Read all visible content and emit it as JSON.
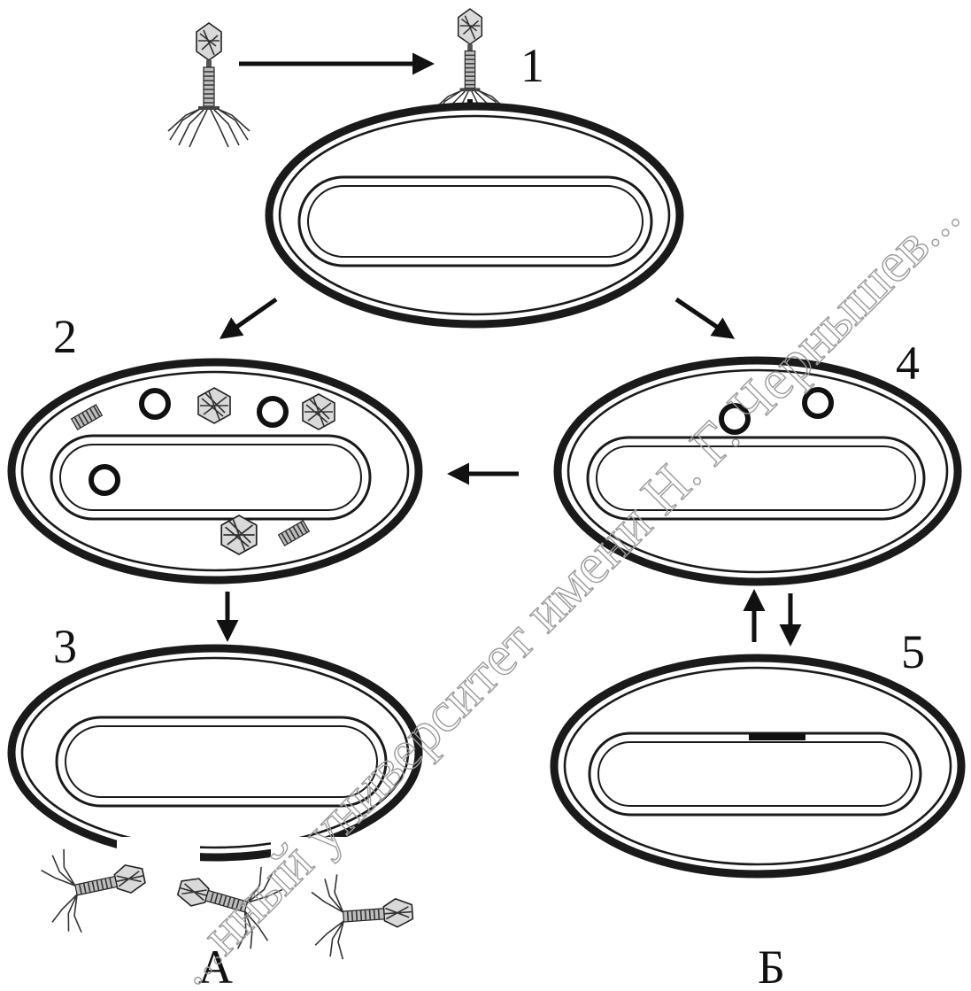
{
  "labels": {
    "stage_1": "1",
    "stage_2": "2",
    "stage_3": "3",
    "stage_4": "4",
    "stage_5": "5",
    "pathway_a": "А",
    "pathway_b": "Б"
  },
  "watermark": "...нный университет имени Н. Г. Чернышев...",
  "colors": {
    "ink": "#111111",
    "capsid_fill": "#d9d9d9",
    "watermark": "#9a9a9a"
  }
}
